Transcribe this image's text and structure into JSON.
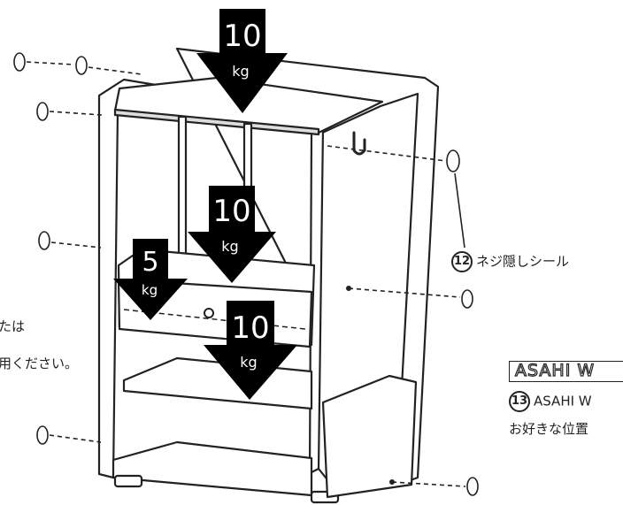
{
  "weights": [
    {
      "value": "10",
      "unit": "kg"
    },
    {
      "value": "10",
      "unit": "kg"
    },
    {
      "value": "5",
      "unit": "kg"
    },
    {
      "value": "10",
      "unit": "kg"
    }
  ],
  "labels": {
    "screw_cover_num": "12",
    "screw_cover_text": "ネジ隠しシール",
    "brand_text": "ASAHI W",
    "logo_num": "13",
    "logo_text": "ASAHI W",
    "logo_position_text": "お好きな位置",
    "left_text_1": "たは",
    "left_text_2": "用ください。"
  },
  "colors": {
    "line": "#222222",
    "arrow": "#000000",
    "arrow_text": "#ffffff",
    "background": "#ffffff"
  }
}
